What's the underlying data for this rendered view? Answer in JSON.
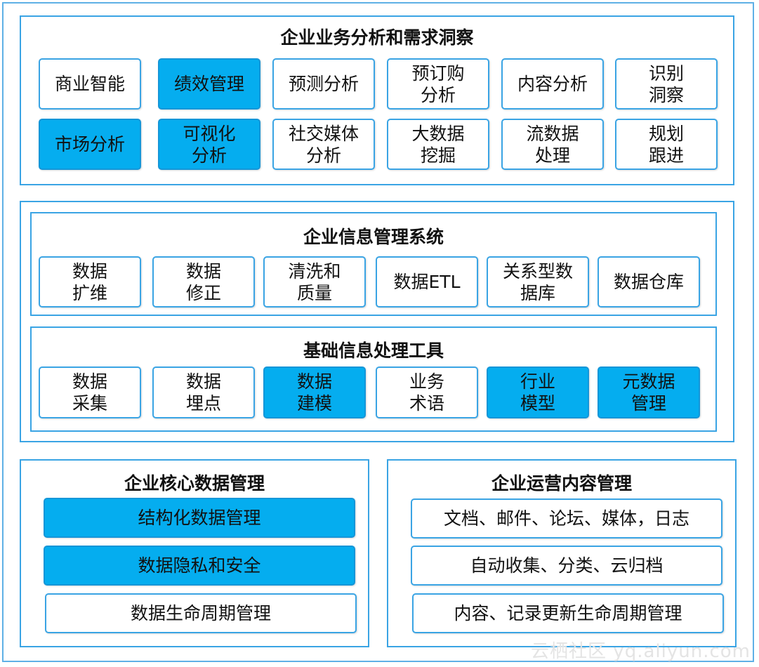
{
  "colors": {
    "border": "#3aa4e4",
    "highlight": "#05adef"
  },
  "top": {
    "title": "企业业务分析和需求洞察",
    "row1": [
      {
        "label": "商业智能",
        "hl": false
      },
      {
        "label": "绩效管理",
        "hl": true
      },
      {
        "label": "预测分析",
        "hl": false
      },
      {
        "label": "预订购\n分析",
        "hl": false
      },
      {
        "label": "内容分析",
        "hl": false
      },
      {
        "label": "识别\n洞察",
        "hl": false
      }
    ],
    "row2": [
      {
        "label": "市场分析",
        "hl": true
      },
      {
        "label": "可视化\n分析",
        "hl": true
      },
      {
        "label": "社交媒体\n分析",
        "hl": false
      },
      {
        "label": "大数据\n挖掘",
        "hl": false
      },
      {
        "label": "流数据\n处理",
        "hl": false
      },
      {
        "label": "规划\n跟进",
        "hl": false
      }
    ]
  },
  "middle": {
    "info": {
      "title": "企业信息管理系统",
      "items": [
        {
          "label": "数据\n扩维",
          "hl": false
        },
        {
          "label": "数据\n修正",
          "hl": false
        },
        {
          "label": "清洗和\n质量",
          "hl": false
        },
        {
          "label": "数据ETL",
          "hl": false
        },
        {
          "label": "关系型数\n据库",
          "hl": false
        },
        {
          "label": "数据仓库",
          "hl": false
        }
      ]
    },
    "tools": {
      "title": "基础信息处理工具",
      "items": [
        {
          "label": "数据\n采集",
          "hl": false
        },
        {
          "label": "数据\n埋点",
          "hl": false
        },
        {
          "label": "数据\n建模",
          "hl": true
        },
        {
          "label": "业务\n术语",
          "hl": false
        },
        {
          "label": "行业\n模型",
          "hl": true
        },
        {
          "label": "元数据\n管理",
          "hl": true
        }
      ]
    }
  },
  "core": {
    "title": "企业核心数据管理",
    "items": [
      {
        "label": "结构化数据管理",
        "hl": true
      },
      {
        "label": "数据隐私和安全",
        "hl": true
      },
      {
        "label": "数据生命周期管理",
        "hl": false
      }
    ]
  },
  "ops": {
    "title": "企业运营内容管理",
    "items": [
      {
        "label": "文档、邮件、论坛、媒体，日志",
        "hl": false
      },
      {
        "label": "自动收集、分类、云归档",
        "hl": false
      },
      {
        "label": "内容、记录更新生命周期管理",
        "hl": false
      }
    ]
  },
  "watermark": "云栖社区 yq.aliyun.com"
}
